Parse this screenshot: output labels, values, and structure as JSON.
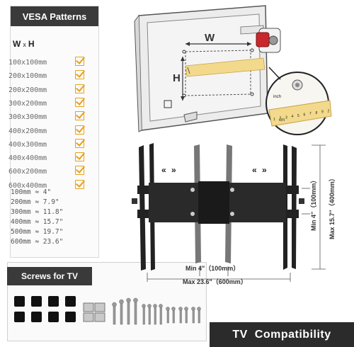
{
  "vesa": {
    "title": "VESA Patterns",
    "w": "W",
    "x": "x",
    "h": "H",
    "patterns": [
      "100x100mm",
      "200x100mm",
      "200x200mm",
      "300x200mm",
      "300x300mm",
      "400x200mm",
      "400x300mm",
      "400x400mm",
      "600x200mm",
      "600x400mm"
    ],
    "conversions": [
      "100mm ≈ 4\"",
      "200mm ≈ 7.9\"",
      "300mm ≈ 11.8\"",
      "400mm ≈ 15.7\"",
      "500mm ≈ 19.7\"",
      "600mm ≈ 23.6\""
    ],
    "check_color": "#e8a11a"
  },
  "diagram": {
    "w_label": "W",
    "h_label": "H",
    "inch_label": "inch",
    "cm_label": "cm",
    "ruler_ticks": [
      "1",
      "2",
      "3",
      "4",
      "5",
      "6",
      "7",
      "8",
      "9",
      "2"
    ]
  },
  "mount": {
    "arrows_left": "« »",
    "arrows_right": "« »",
    "max_vertical": "Max 15.7\"（400mm）",
    "min_vertical": "Min 4\"（100mm）",
    "min_horizontal": "Min 4\"（100mm）",
    "max_horizontal": "Max 23.6\"（600mm）"
  },
  "screws": {
    "title": "Screws for TV"
  },
  "footer": {
    "tv": "TV",
    "compat": "Compatibility"
  }
}
